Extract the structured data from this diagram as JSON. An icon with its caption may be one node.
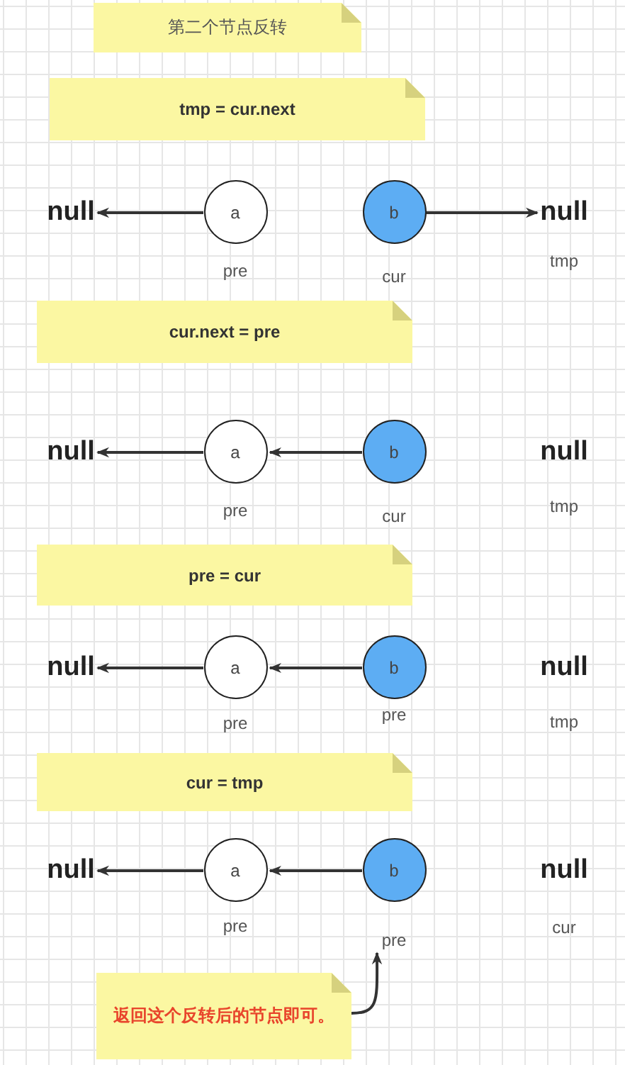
{
  "diagram": {
    "nodes": [
      {
        "text": [
          "第二个节点反转"
        ]
      },
      {
        "text": [
          "tmp = cur.next"
        ]
      },
      {
        "text": [
          "null"
        ]
      },
      {
        "text": [
          "a"
        ],
        "beside": [
          "pre"
        ]
      },
      {
        "text": [
          "b"
        ],
        "beside": [
          "cur"
        ]
      },
      {
        "text": [
          "null"
        ],
        "beside": [
          "tmp"
        ]
      },
      {
        "text": [
          "cur.next = pre"
        ]
      },
      {
        "text": [
          "null"
        ]
      },
      {
        "text": [
          "a"
        ],
        "beside": [
          "pre"
        ]
      },
      {
        "text": [
          "b"
        ],
        "beside": [
          "cur"
        ]
      },
      {
        "text": [
          "null"
        ],
        "beside": [
          "tmp"
        ]
      },
      {
        "text": [
          "pre = cur"
        ]
      },
      {
        "text": [
          "null"
        ]
      },
      {
        "text": [
          "a"
        ],
        "beside": [
          "pre"
        ]
      },
      {
        "text": [
          "b"
        ],
        "beside": [
          "pre"
        ]
      },
      {
        "text": [
          "null"
        ],
        "beside": [
          "tmp"
        ]
      },
      {
        "text": [
          "cur = tmp"
        ]
      },
      {
        "text": [
          "null"
        ]
      },
      {
        "text": [
          "a"
        ],
        "beside": [
          "pre"
        ]
      },
      {
        "text": [
          "b"
        ],
        "beside": [
          "pre"
        ]
      },
      {
        "text": [
          "null"
        ],
        "beside": [
          "cur"
        ]
      },
      {
        "text": [
          "返回这个反转后的节点即可。"
        ]
      }
    ],
    "edges": [
      {
        "from": 3,
        "to": 2,
        "arrow": "to"
      },
      {
        "from": 4,
        "to": 5,
        "arrow": "to"
      },
      {
        "from": 8,
        "to": 7,
        "arrow": "to"
      },
      {
        "from": 9,
        "to": 8,
        "arrow": "to"
      },
      {
        "from": 13,
        "to": 12,
        "arrow": "to"
      },
      {
        "from": 14,
        "to": 13,
        "arrow": "to"
      },
      {
        "from": 18,
        "to": 17,
        "arrow": "to"
      },
      {
        "from": 19,
        "to": 18,
        "arrow": "to"
      },
      {
        "from": 21,
        "to": 19,
        "arrow": "to"
      }
    ]
  }
}
